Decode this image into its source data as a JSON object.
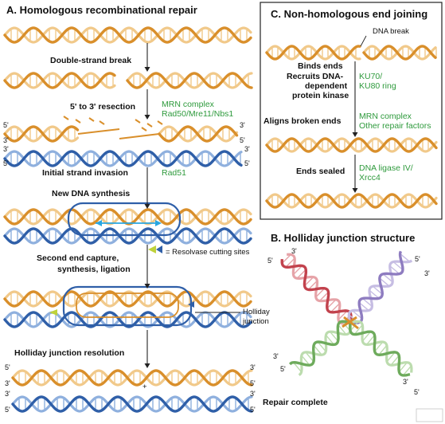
{
  "panel_a": {
    "title": "A. Homologous recombinational repair",
    "steps": {
      "double_strand_break": "Double-strand break",
      "resection": "5' to 3' resection",
      "strand_invasion": "Initial strand invasion",
      "new_synthesis": "New DNA synthesis",
      "second_end_capture": "Second end capture,",
      "synthesis_ligation": "synthesis, ligation",
      "holliday_resolution": "Holliday junction resolution",
      "repair_complete": "Repair complete"
    },
    "factors": {
      "mrn_complex": "MRN complex",
      "mrn_members": "Rad50/Mre11/Nbs1",
      "rad51": "Rad51"
    },
    "legend_resolvase": "= Resolvase cutting sites",
    "holliday_label_line1": "Holliday",
    "holliday_label_line2": "junction",
    "ends": {
      "five": "5'",
      "three": "3'"
    },
    "plus": "+"
  },
  "panel_b": {
    "title": "B. Holliday junction structure"
  },
  "panel_c": {
    "title": "C. Non-homologous end joining",
    "dna_break": "DNA break",
    "steps": {
      "binds_ends": "Binds ends",
      "recruits_1": "Recruits DNA-",
      "recruits_2": "dependent",
      "recruits_3": "protein kinase",
      "aligns": "Aligns broken ends",
      "sealed": "Ends sealed"
    },
    "factors": {
      "ku_1": "KU70/",
      "ku_2": "KU80 ring",
      "mrn": "MRN complex",
      "other": "Other repair factors",
      "ligase_1": "DNA ligase IV/",
      "ligase_2": "Xrcc4"
    }
  },
  "colors": {
    "orange_strand": "#d98f2b",
    "orange_light": "#f1c98a",
    "blue_strand": "#2f5fa8",
    "blue_light": "#8fb0de",
    "green_text": "#2e9a3c",
    "cyan_arrow": "#29a6e0",
    "red_strand": "#c2424d",
    "purple_strand": "#8e7cc0",
    "green_strand": "#6eab5c"
  }
}
